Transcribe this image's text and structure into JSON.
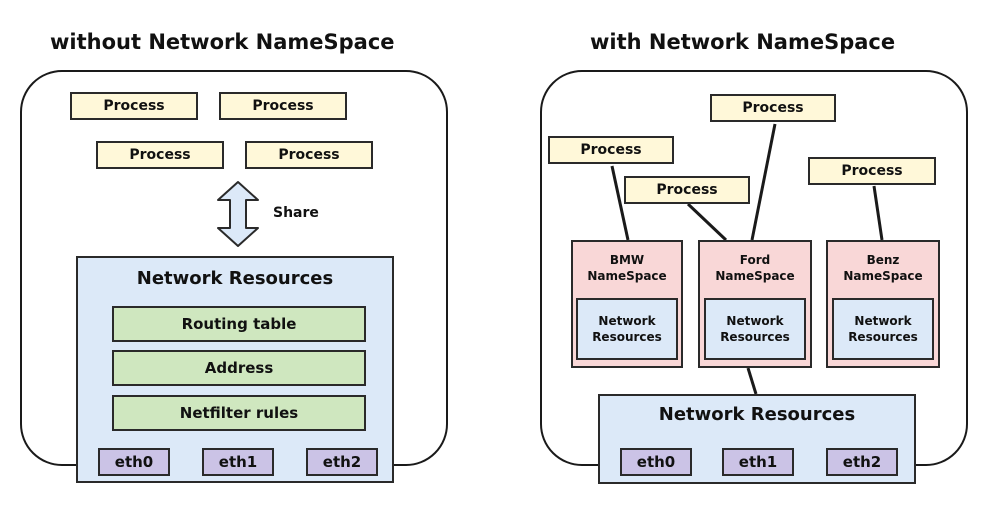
{
  "left": {
    "title": "without Network NameSpace",
    "processes": [
      "Process",
      "Process",
      "Process",
      "Process"
    ],
    "share_label": "Share",
    "network_resources": {
      "title": "Network Resources",
      "items": [
        "Routing table",
        "Address",
        "Netfilter rules"
      ],
      "interfaces": [
        "eth0",
        "eth1",
        "eth2"
      ]
    }
  },
  "right": {
    "title": "with Network NameSpace",
    "processes": [
      "Process",
      "Process",
      "Process",
      "Process"
    ],
    "namespaces": [
      {
        "label": "BMW\nNameSpace",
        "resources": "Network\nResources"
      },
      {
        "label": "Ford\nNameSpace",
        "resources": "Network\nResources"
      },
      {
        "label": "Benz\nNameSpace",
        "resources": "Network\nResources"
      }
    ],
    "network_resources": {
      "title": "Network Resources",
      "interfaces": [
        "eth0",
        "eth1",
        "eth2"
      ]
    }
  },
  "colors": {
    "process_fill": "#fff8d9",
    "network_fill": "#dce9f8",
    "table_fill": "#cfe7bf",
    "interface_fill": "#cbc3e6",
    "namespace_fill": "#f9d7d7",
    "arrow_fill": "#dce9f8"
  },
  "icons": {
    "share_arrow": "double-headed-vertical-arrow-icon"
  }
}
